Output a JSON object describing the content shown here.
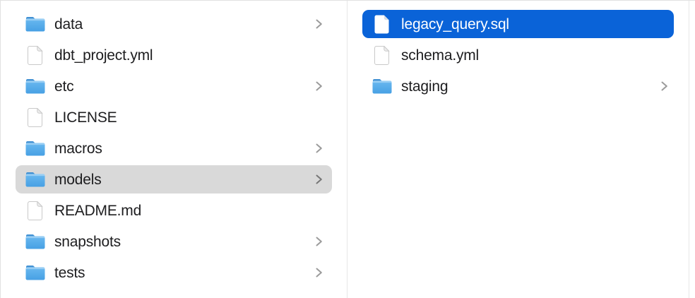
{
  "colors": {
    "selection_active": "#0a63d8",
    "selection_inactive": "#d9d9d9",
    "row_text": "#1d1d1f",
    "row_text_selected": "#ffffff",
    "chevron": "#9b9b9b",
    "chevron_on_inactive": "#767676",
    "divider": "#e7e7e7",
    "window_edge": "#e1e1e1",
    "background": "#ffffff",
    "folder_blue_light": "#6ab9f0",
    "folder_blue_dark": "#47a0e4"
  },
  "columns": [
    {
      "name": "project-root-column",
      "items": [
        {
          "label": "data",
          "type": "folder",
          "chevron": true,
          "selected": "none"
        },
        {
          "label": "dbt_project.yml",
          "type": "file",
          "chevron": false,
          "selected": "none"
        },
        {
          "label": "etc",
          "type": "folder",
          "chevron": true,
          "selected": "none"
        },
        {
          "label": "LICENSE",
          "type": "file",
          "chevron": false,
          "selected": "none"
        },
        {
          "label": "macros",
          "type": "folder",
          "chevron": true,
          "selected": "none"
        },
        {
          "label": "models",
          "type": "folder",
          "chevron": true,
          "selected": "inactive"
        },
        {
          "label": "README.md",
          "type": "file",
          "chevron": false,
          "selected": "none"
        },
        {
          "label": "snapshots",
          "type": "folder",
          "chevron": true,
          "selected": "none"
        },
        {
          "label": "tests",
          "type": "folder",
          "chevron": true,
          "selected": "none"
        }
      ]
    },
    {
      "name": "models-contents-column",
      "items": [
        {
          "label": "legacy_query.sql",
          "type": "file",
          "chevron": false,
          "selected": "active"
        },
        {
          "label": "schema.yml",
          "type": "file",
          "chevron": false,
          "selected": "none"
        },
        {
          "label": "staging",
          "type": "folder",
          "chevron": true,
          "selected": "none"
        }
      ]
    }
  ]
}
